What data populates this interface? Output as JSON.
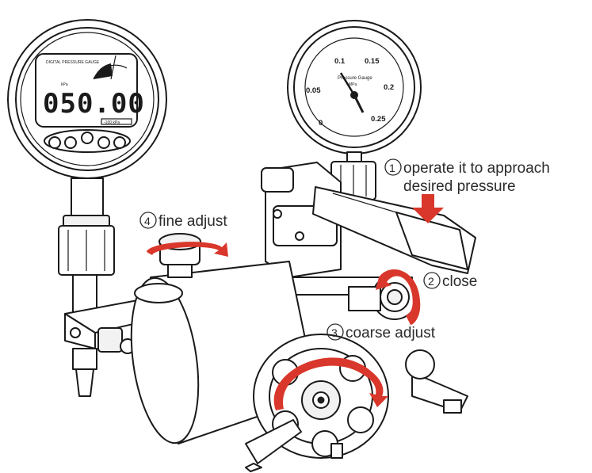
{
  "steps": [
    {
      "num": "1",
      "text_line1": "operate it to approach",
      "text_line2": "desired pressure"
    },
    {
      "num": "2",
      "text_line1": "close"
    },
    {
      "num": "3",
      "text_line1": "coarse adjust"
    },
    {
      "num": "4",
      "text_line1": "fine adjust"
    }
  ],
  "digital_gauge": {
    "reading": "050.00",
    "unit": "kPa",
    "brand_text": "DIGITAL PRESSURE GAUGE",
    "sub_label": "-100 kPa",
    "buttons": [
      "",
      "",
      "",
      "",
      "",
      ""
    ]
  },
  "analog_gauge": {
    "title": "Pressure Gauge",
    "unit": "MPa",
    "scale": [
      "0",
      "0.05",
      "0.1",
      "0.15",
      "0.2",
      "0.25"
    ]
  },
  "colors": {
    "arrow_red": "#d9372b",
    "ink": "#1a1a1a"
  }
}
